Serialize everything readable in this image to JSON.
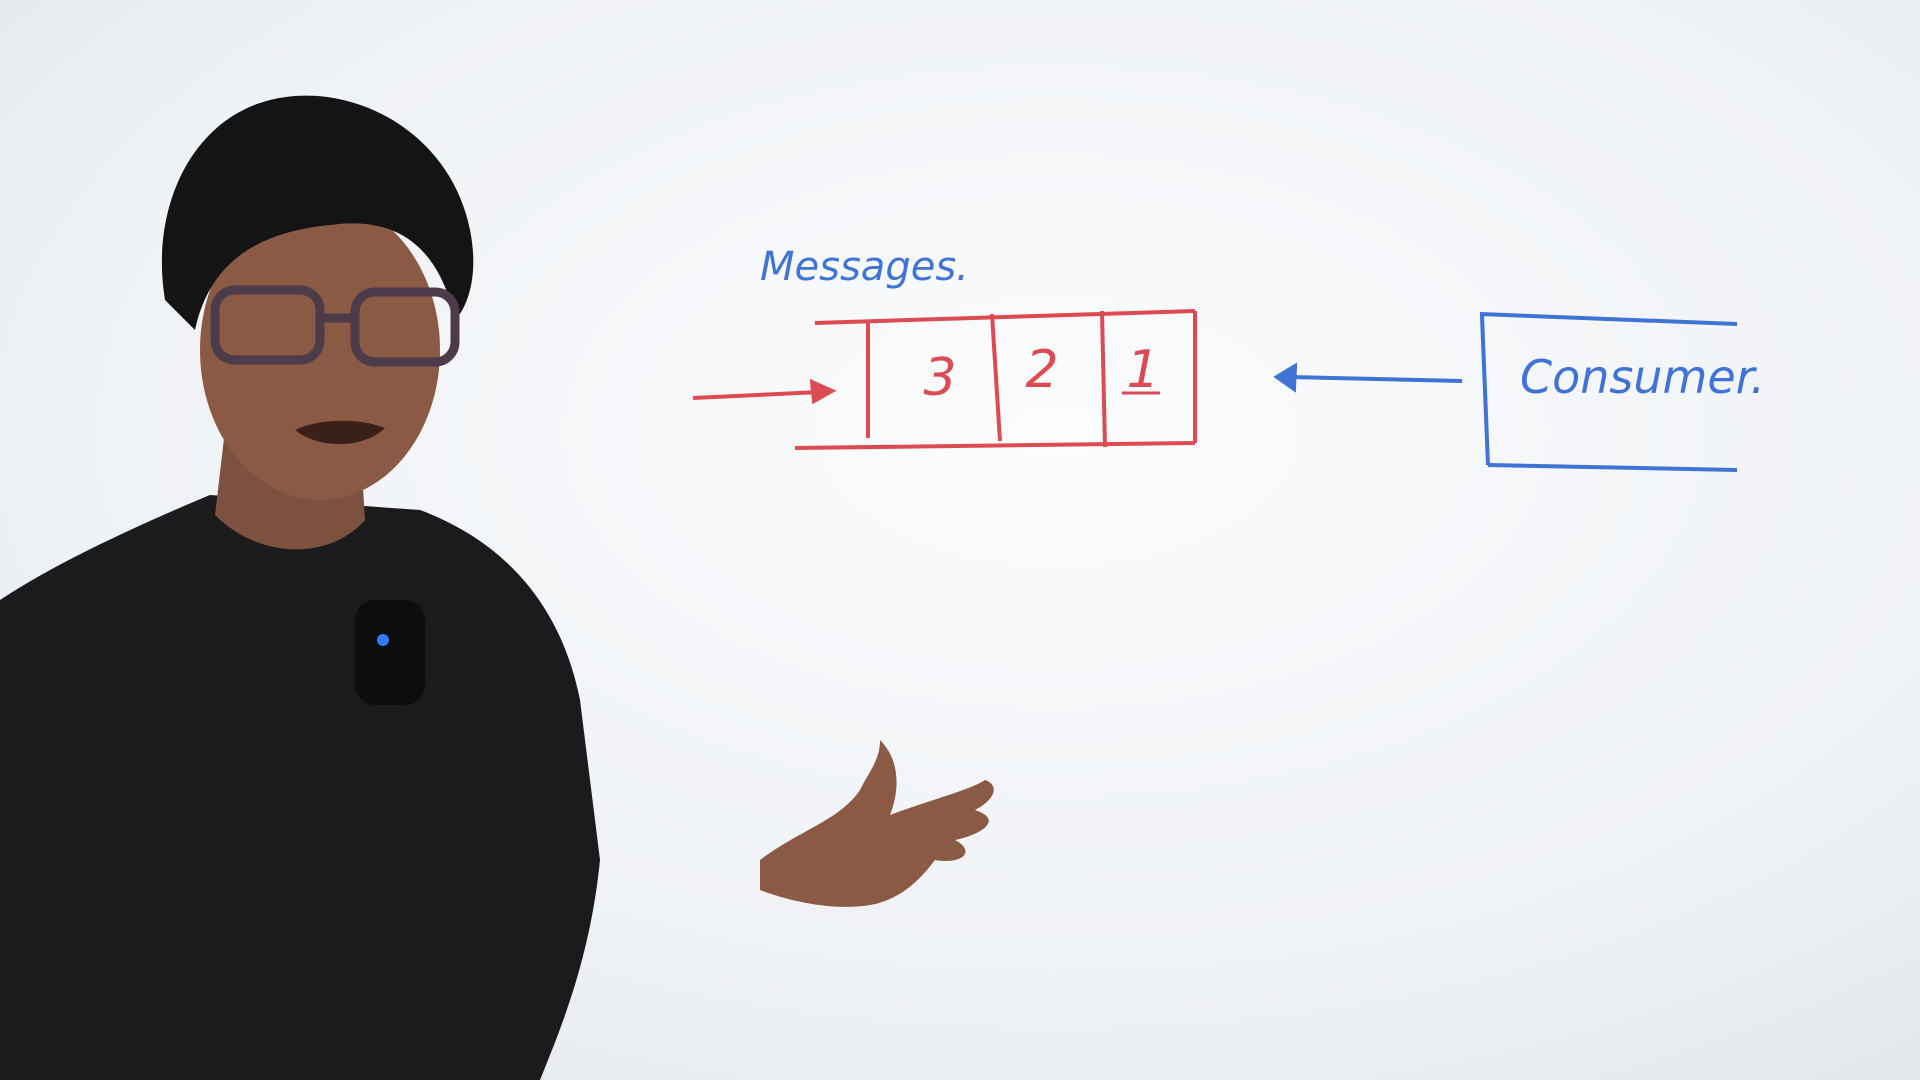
{
  "scene": {
    "type": "whiteboard-lecture-still",
    "colors": {
      "board": "#f3f5f8",
      "queue_ink": "#dd4b52",
      "consumer_ink": "#3f73d6",
      "shirt": "#1b1b1d",
      "skin": "#8a5a45",
      "hair": "#141414"
    }
  },
  "diagram": {
    "messages_label": "Messages.",
    "queue_slots": [
      "3",
      "2",
      "1"
    ],
    "consumer_label": "Consumer."
  }
}
